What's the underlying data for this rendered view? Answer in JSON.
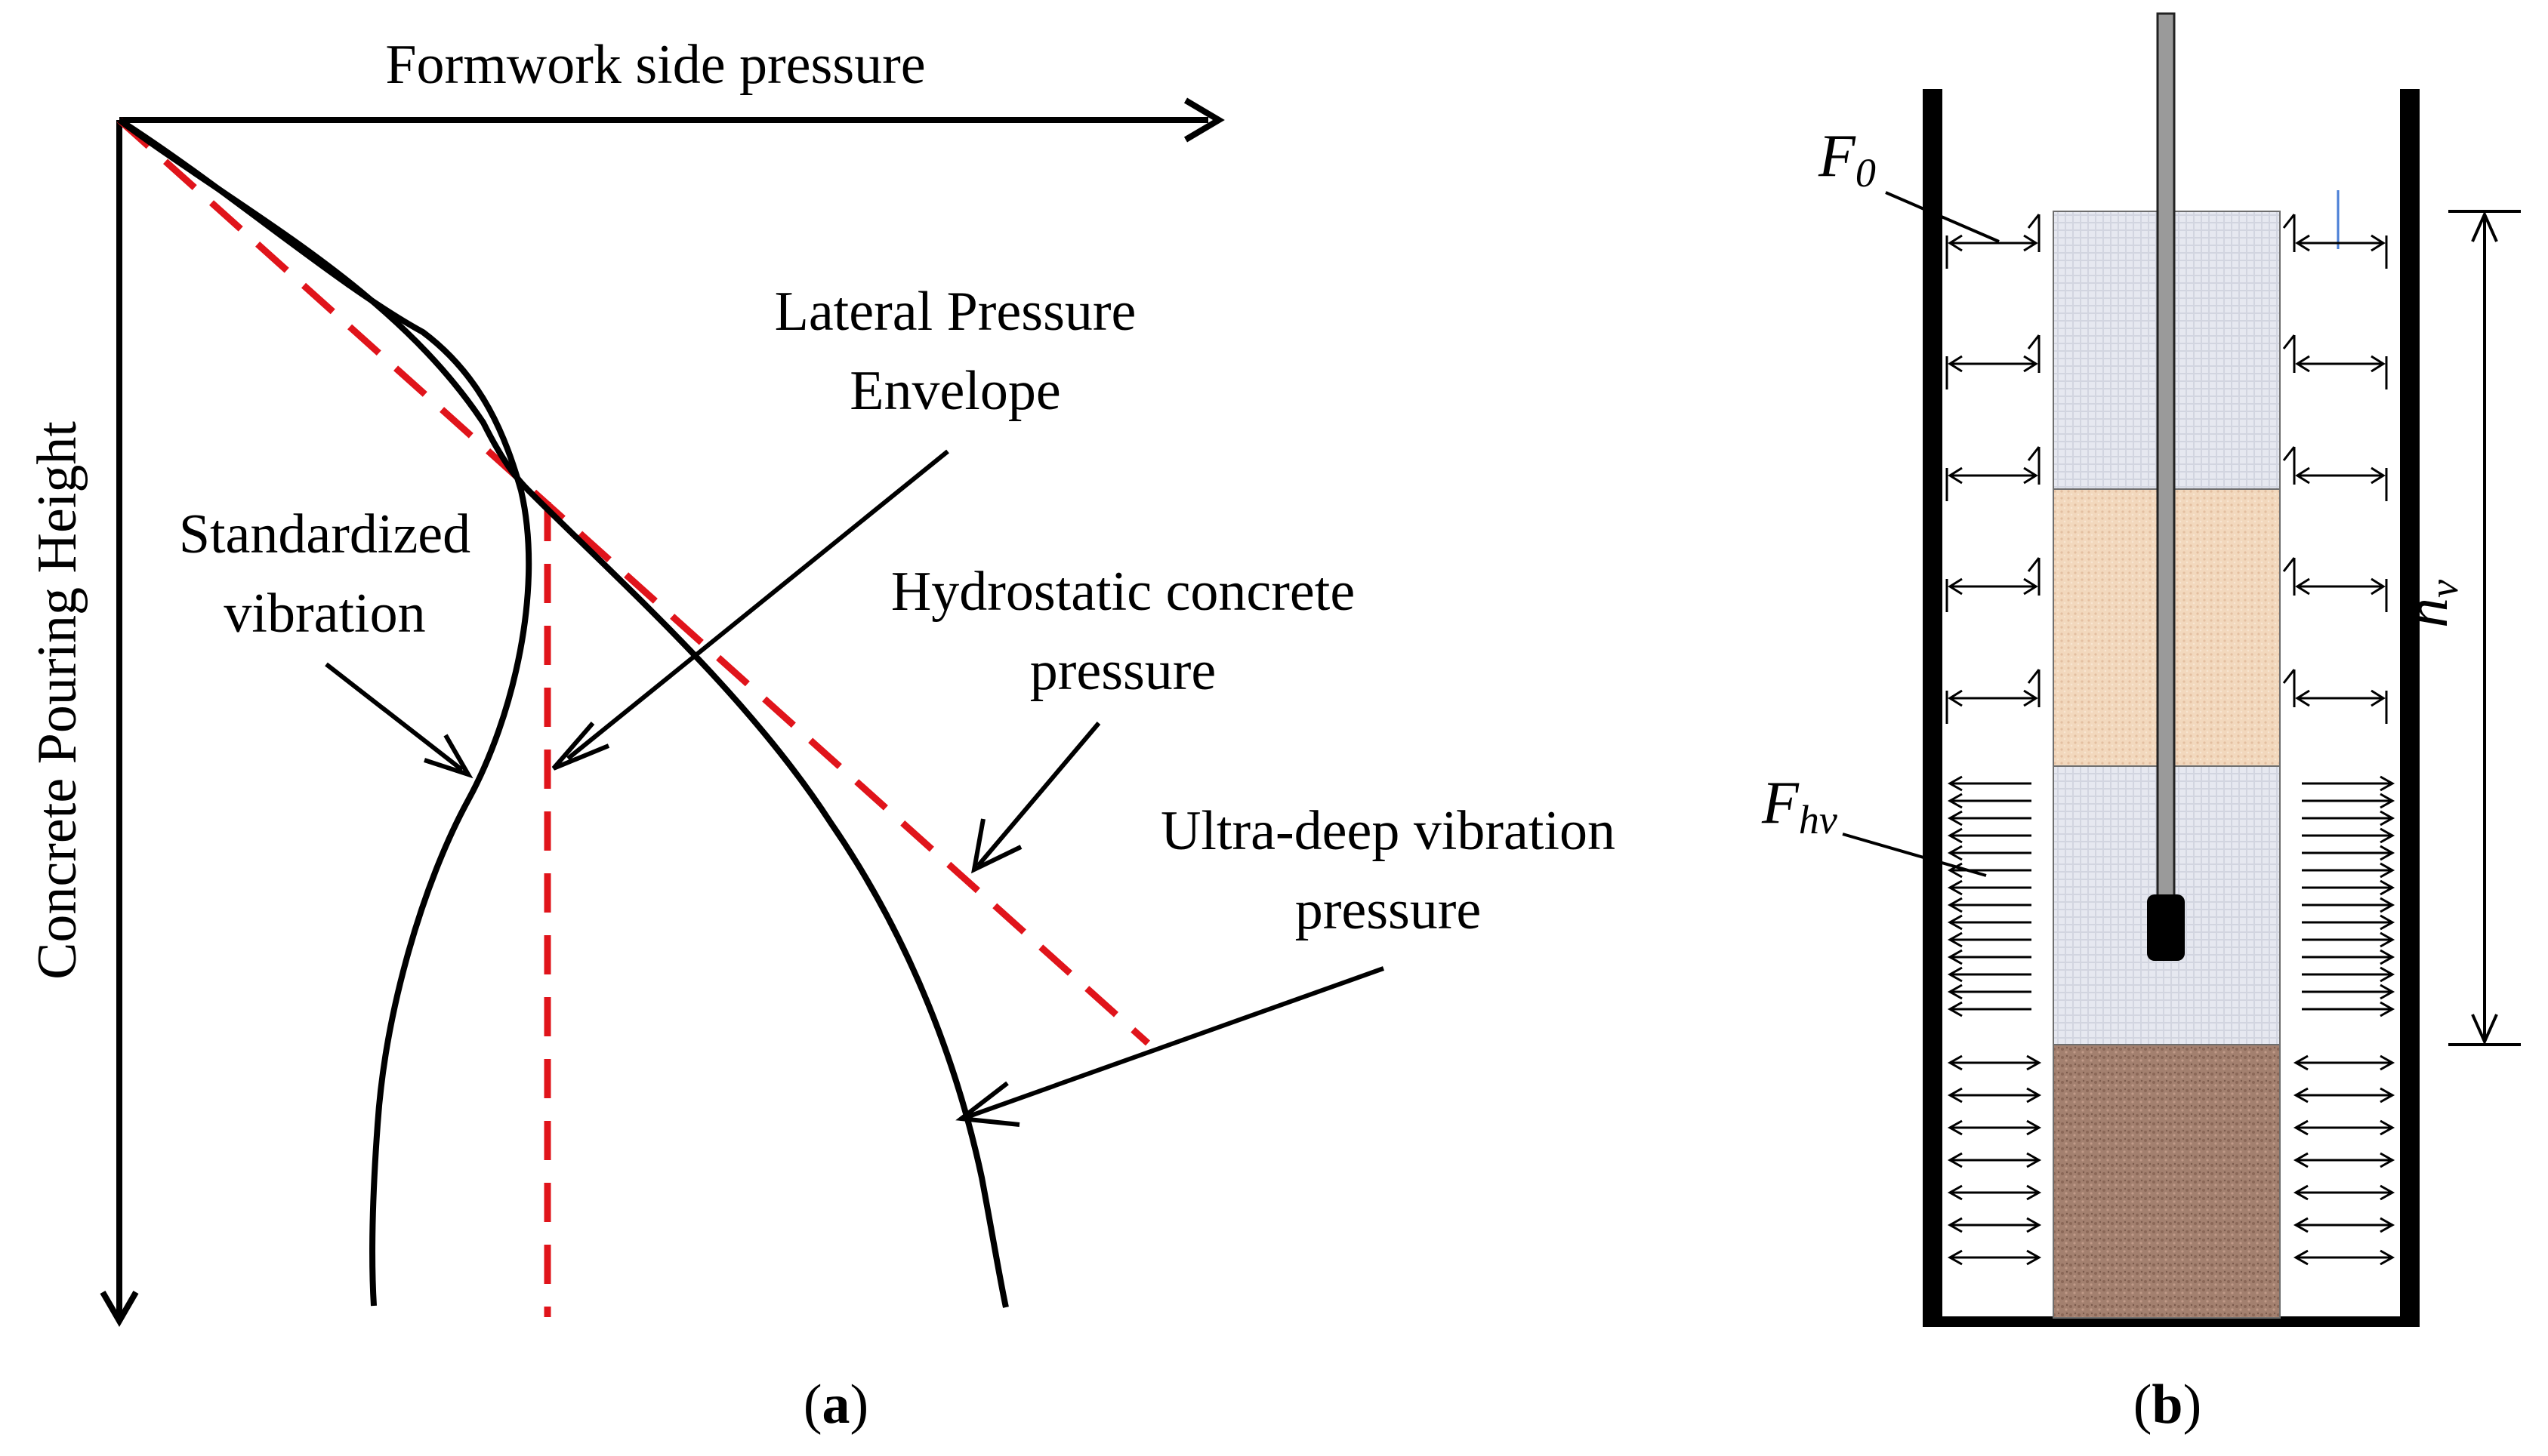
{
  "panel_a": {
    "x_axis_label": "Formwork side pressure",
    "y_axis_label": "Concrete Pouring Height",
    "labels": {
      "lateral_pressure_envelope": [
        "Lateral Pressure",
        "Envelope"
      ],
      "standardized_vibration": [
        "Standardized",
        "vibration"
      ],
      "hydrostatic_pressure": [
        "Hydrostatic concrete",
        "pressure"
      ],
      "ultra_deep_vibration": [
        "Ultra-deep vibration",
        "pressure"
      ]
    },
    "caption": {
      "open": "(",
      "letter": "a",
      "close": ")"
    },
    "colors": {
      "curve": "#000000",
      "dashed": "#e0141b"
    }
  },
  "panel_b": {
    "F0": {
      "main": "F",
      "sub": "0"
    },
    "Fhv": {
      "main": "F",
      "sub": "hv"
    },
    "hv": {
      "main": "h",
      "sub": "v"
    },
    "caption": {
      "open": "(",
      "letter": "b",
      "close": ")"
    },
    "colors": {
      "layer_gray": "#e4e6ee",
      "layer_tan": "#f1d6bb",
      "layer_brown": "#9e7b6e",
      "rod": "#9a9a9a"
    }
  }
}
